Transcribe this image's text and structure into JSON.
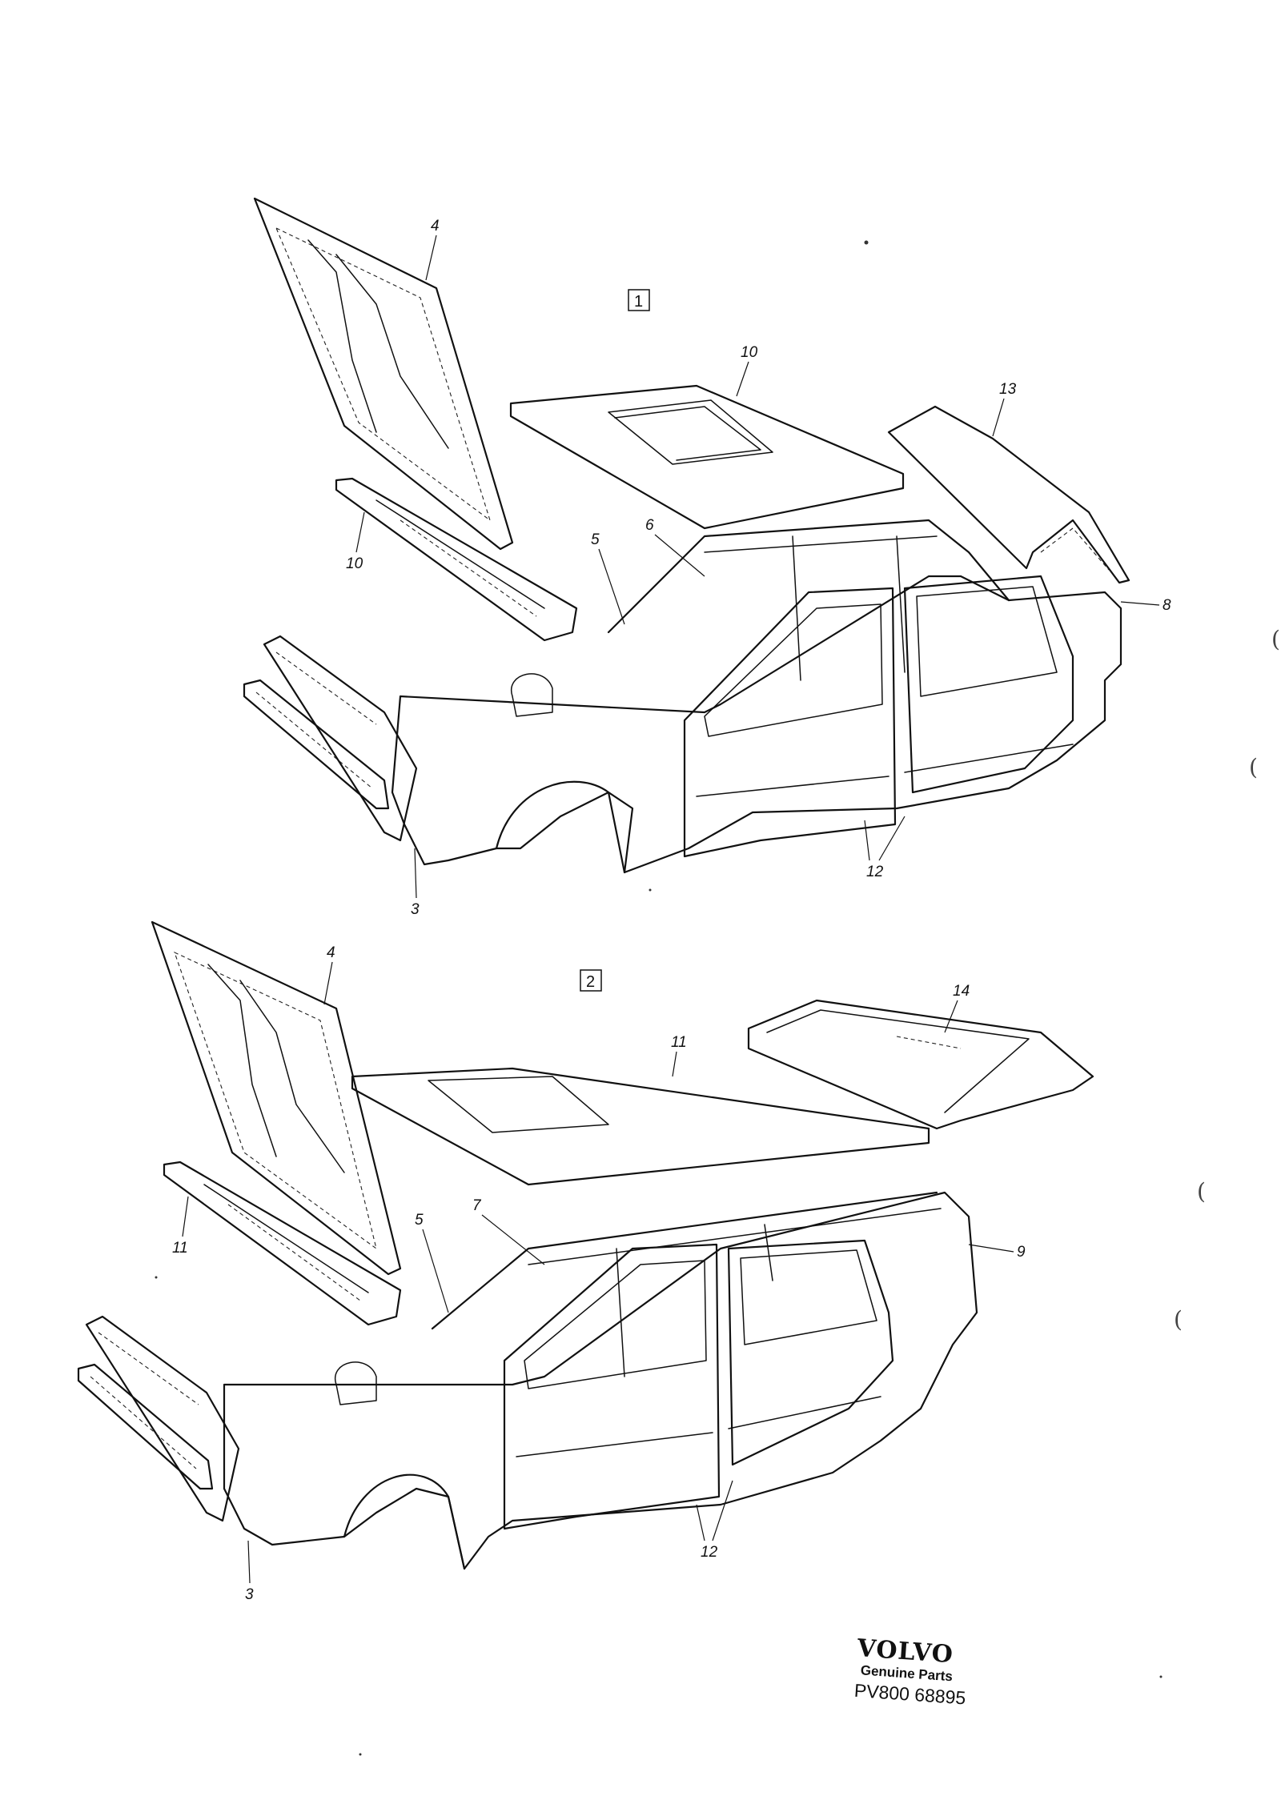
{
  "variants": [
    {
      "label": "1",
      "callouts": [
        "4",
        "10",
        "13",
        "10",
        "5",
        "6",
        "8",
        "12",
        "3"
      ]
    },
    {
      "label": "2",
      "callouts": [
        "4",
        "14",
        "11",
        "11",
        "5",
        "7",
        "9",
        "12",
        "3"
      ]
    }
  ],
  "brand": {
    "logo": "VOLVO",
    "subtitle": "Genuine Parts",
    "reference": "PV800 68895"
  },
  "edge_marks": [
    "(",
    "(",
    "(",
    "("
  ]
}
